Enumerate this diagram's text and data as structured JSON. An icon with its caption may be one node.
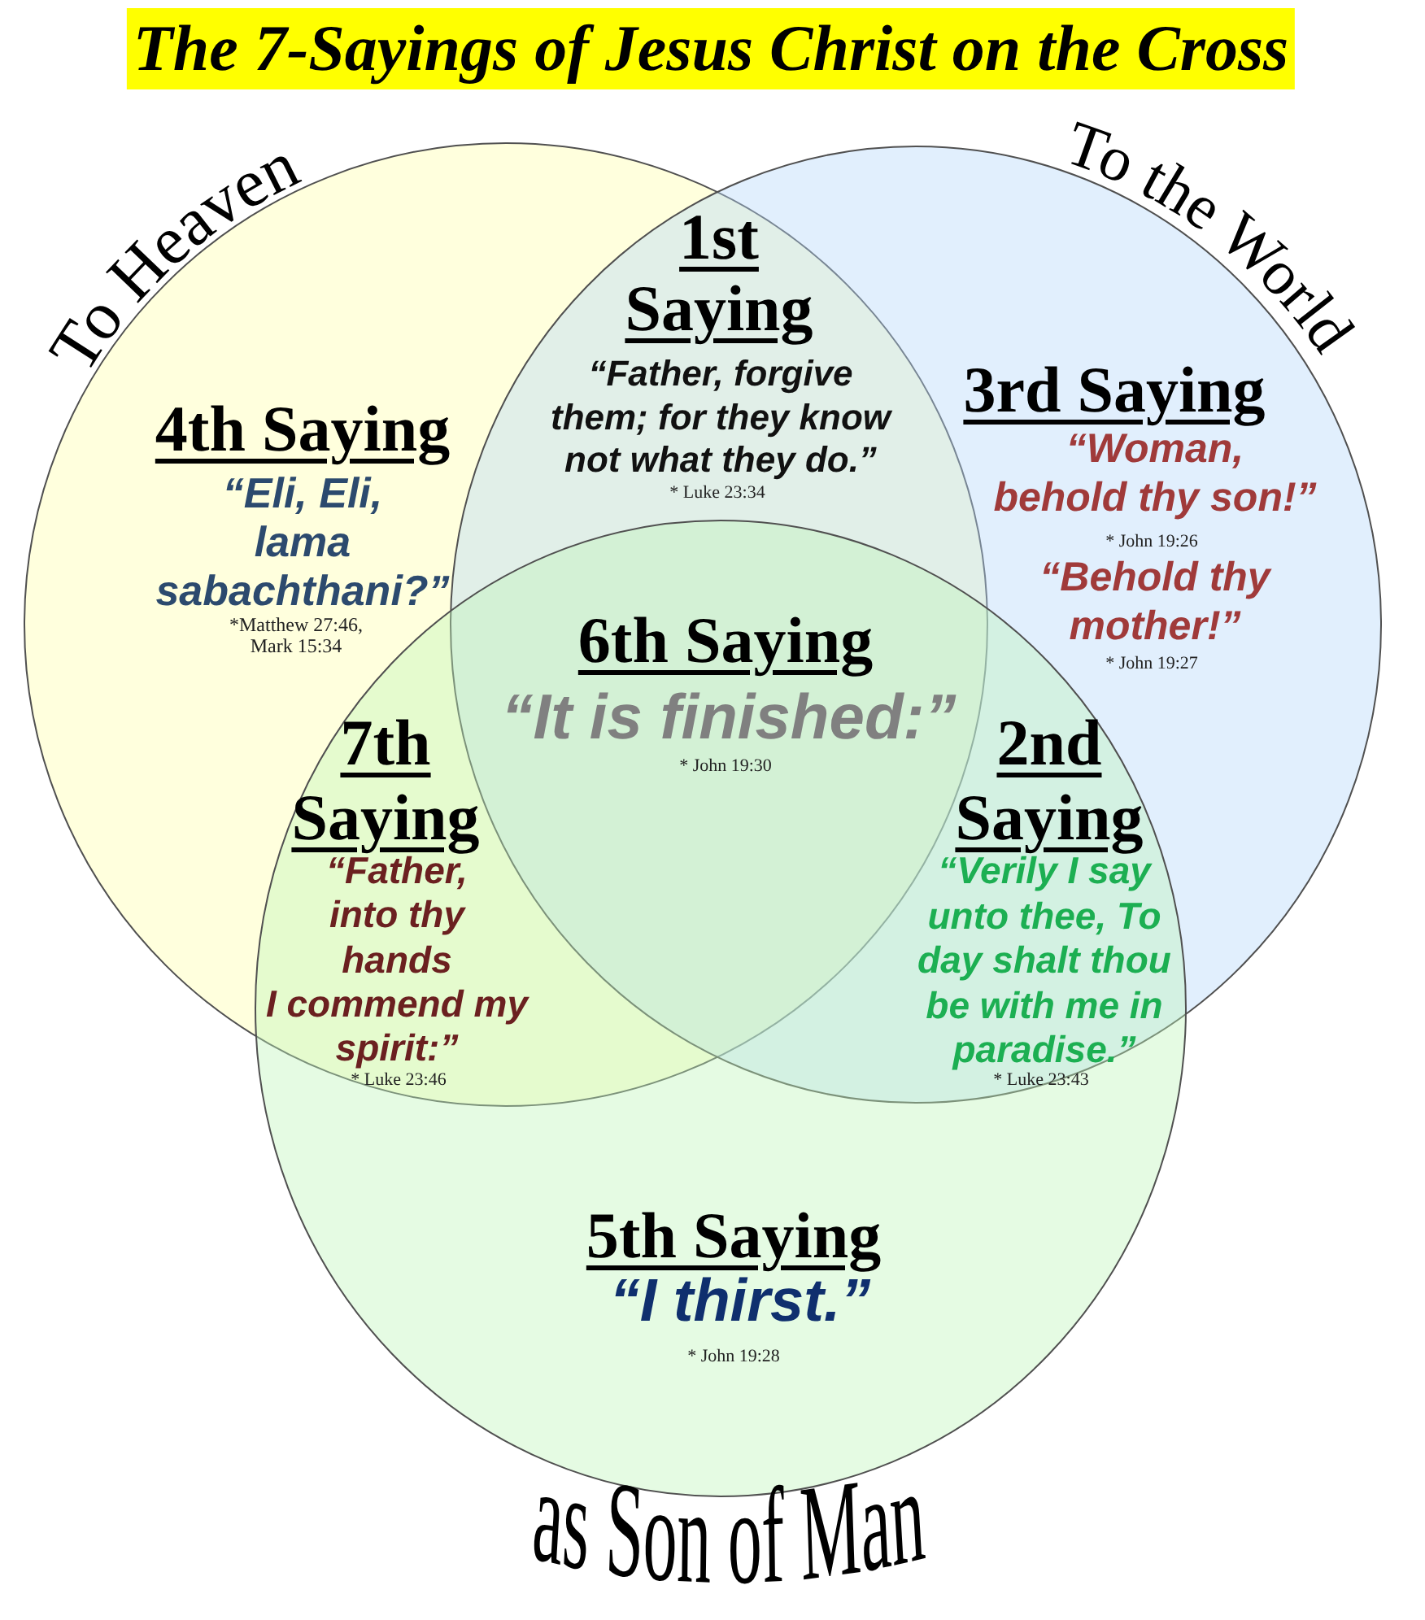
{
  "diagram": {
    "title": "The 7-Sayings of Jesus Christ on the Cross",
    "nodes": [
      {
        "text": [
          "To Heaven"
        ]
      },
      {
        "text": [
          "To the World"
        ]
      },
      {
        "text": [
          "as Son of Man"
        ]
      }
    ],
    "labels": [
      "1st Saying",
      "“Father, forgive them; for they know not what they do.”",
      "* Luke 23:34",
      "4th Saying",
      "“Eli, Eli, lama sabachthani?”",
      "*Matthew 27:46, Mark 15:34",
      "3rd Saying",
      "“Woman, behold thy son!”",
      "* John 19:26",
      "“Behold thy mother!”",
      "* John 19:27",
      "6th Saying",
      "“It is finished:”",
      "* John 19:30",
      "7th Saying",
      "“Father, into thy hands I commend my spirit:”",
      "* Luke 23:46",
      "2nd Saying",
      "“Verily I say unto thee, To day shalt thou be with me in paradise.”",
      "* Luke 23:43",
      "5th Saying",
      "“I thirst.”",
      "* John 19:28"
    ]
  }
}
